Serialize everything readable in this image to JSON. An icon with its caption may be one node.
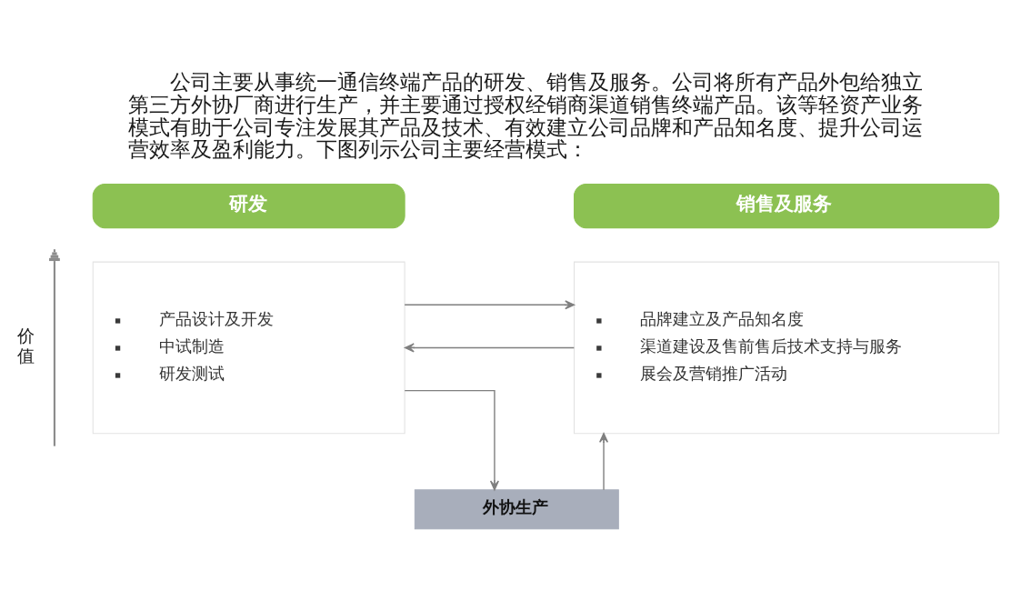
{
  "diagram": {
    "nodes": [
      {
        "text": [
          "研发"
        ]
      },
      {
        "text": [
          "产品设计及开发",
          "中试制造",
          "研发测试"
        ]
      },
      {
        "text": [
          "销售及服务"
        ]
      },
      {
        "text": [
          "品牌建立及产品知名度",
          "渠道建设及售前售后技术支持与服务",
          "展会及营销推广活动"
        ]
      },
      {
        "text": [
          "外协生产"
        ]
      }
    ],
    "edges": [
      {
        "from": 1,
        "to": 3,
        "arrow": "to"
      },
      {
        "from": 3,
        "to": 1,
        "arrow": "to"
      },
      {
        "from": 1,
        "to": 4,
        "arrow": "to"
      },
      {
        "from": 4,
        "to": 3,
        "arrow": "to"
      }
    ],
    "labels": [
      "公司主要从事统一通信终端产品的研发、销售及服务。公司将所有产品外包给独立第三方外协厂商进行生产，并主要通过授权经销商渠道销售终端产品。该等轻资产业务模式有助于公司专注发展其产品及技术、有效建立公司品牌和产品知名度、提升公司运营效率及盈利能力。下图列示公司主要经营模式：",
      "价值"
    ]
  }
}
